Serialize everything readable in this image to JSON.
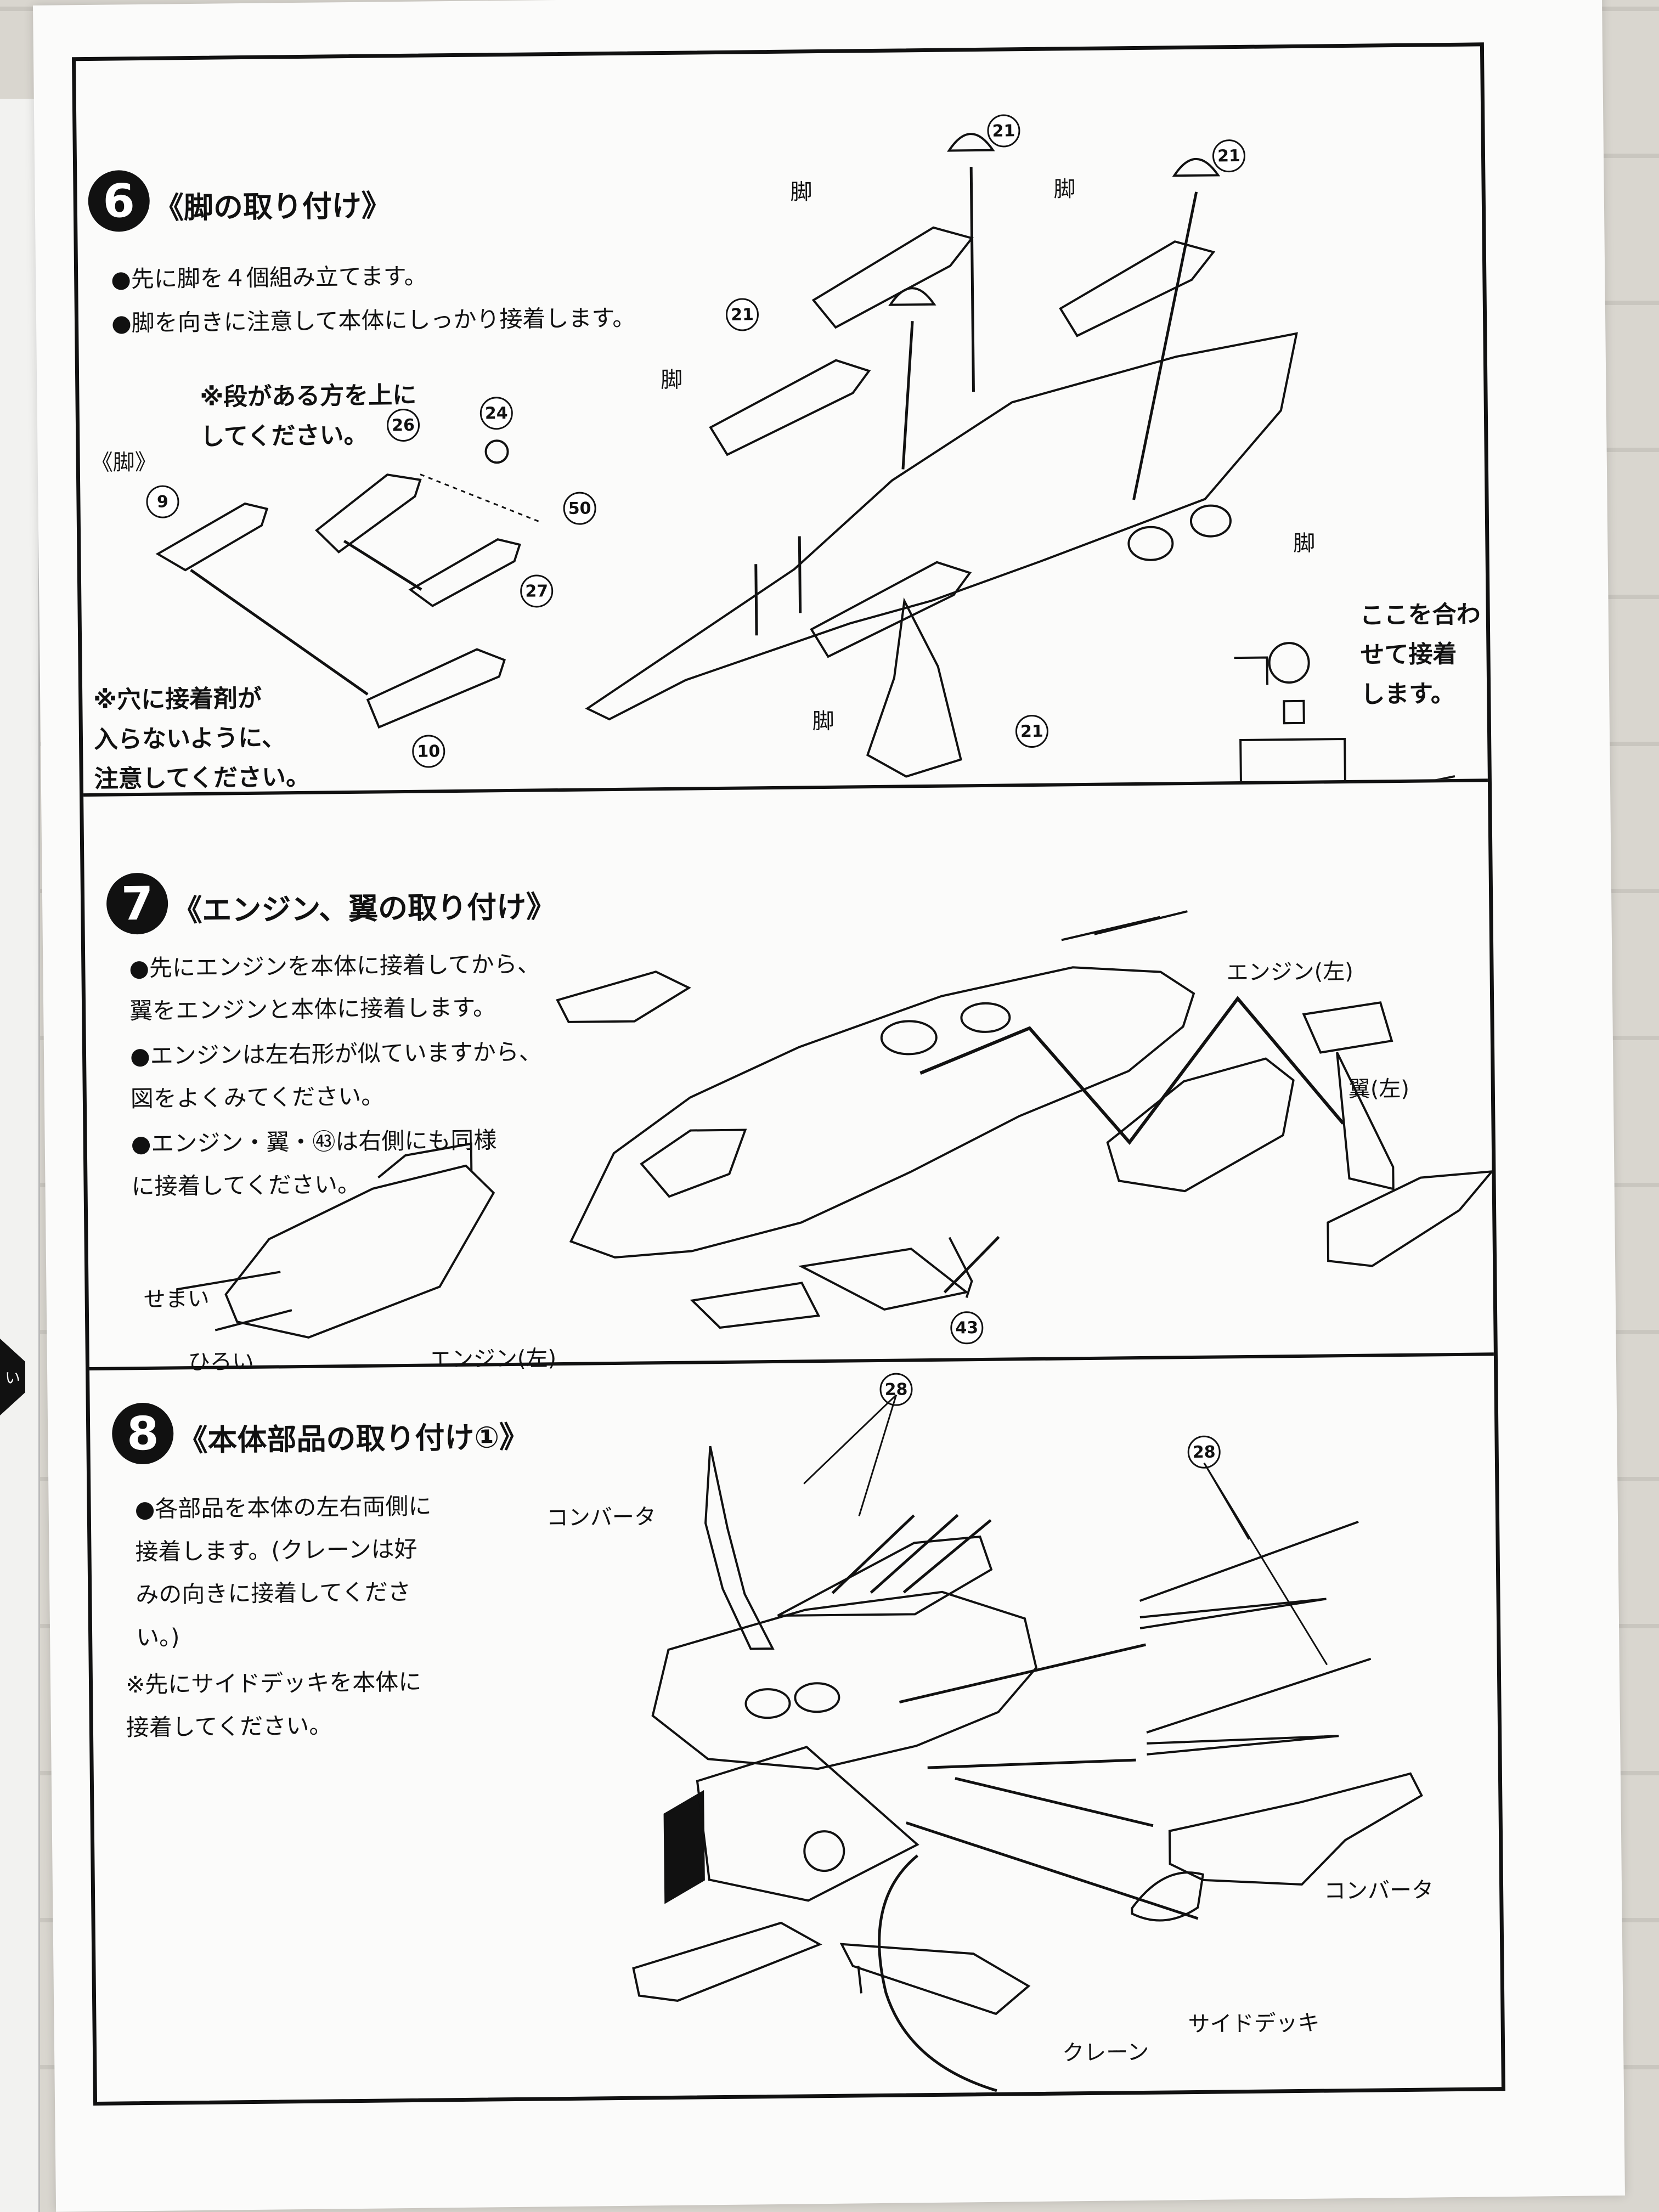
{
  "step6": {
    "number": "6",
    "title": "《脚の取り付け》",
    "bullets": [
      "●先に脚を４個組み立てます。",
      "●脚を向きに注意して本体にしっかり接着します。"
    ],
    "note_top": "※段がある方を上に\nしてください。",
    "leg_group_label": "《脚》",
    "note_bottom": "※穴に接着剤が\n入らないように、\n注意してください。",
    "leg_labels": [
      "脚",
      "脚",
      "脚",
      "脚",
      "脚"
    ],
    "align_note": "ここを合わ\nせて接着\nします。",
    "parts": [
      "21",
      "21",
      "21",
      "21",
      "26",
      "24",
      "9",
      "27",
      "10",
      "50"
    ]
  },
  "step7": {
    "number": "7",
    "title": "《エンジン、翼の取り付け》",
    "bullets": [
      "●先にエンジンを本体に接着してから、\n翼をエンジンと本体に接着します。",
      "●エンジンは左右形が似ていますから、\n図をよくみてください。",
      "●エンジン・翼・㊸は右側にも同様\nに接着してください。"
    ],
    "engine_left": "エンジン(左)",
    "wing_left": "翼(左)",
    "narrow": "せまい",
    "wide": "ひろい",
    "engine_left_small": "エンジン(左)",
    "part_43": "43"
  },
  "step8": {
    "number": "8",
    "title": "《本体部品の取り付け①》",
    "bullets": [
      "●各部品を本体の左右両側に\n接着します。(クレーンは好\nみの向きに接着してくださ\nい。)",
      "※先にサイドデッキを本体に\n接着してください。"
    ],
    "converter_top": "コンバータ",
    "converter_right": "コンバータ",
    "side_deck": "サイドデッキ",
    "crane": "クレーン",
    "part_28a": "28",
    "part_28b": "28"
  },
  "side_tab": "い"
}
